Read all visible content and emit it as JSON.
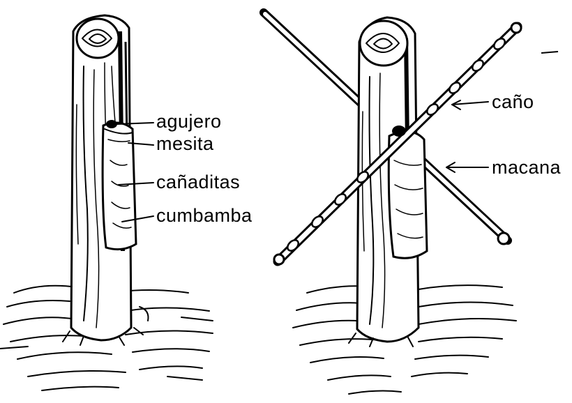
{
  "left_post": {
    "labels": {
      "agujero": "agujero",
      "mesita": "mesita",
      "canaditas": "cañaditas",
      "cumbamba": "cumbamba"
    }
  },
  "right_post": {
    "labels": {
      "cano": "caño",
      "macana": "macana"
    }
  },
  "colors": {
    "ink": "#000000",
    "background": "#ffffff"
  }
}
